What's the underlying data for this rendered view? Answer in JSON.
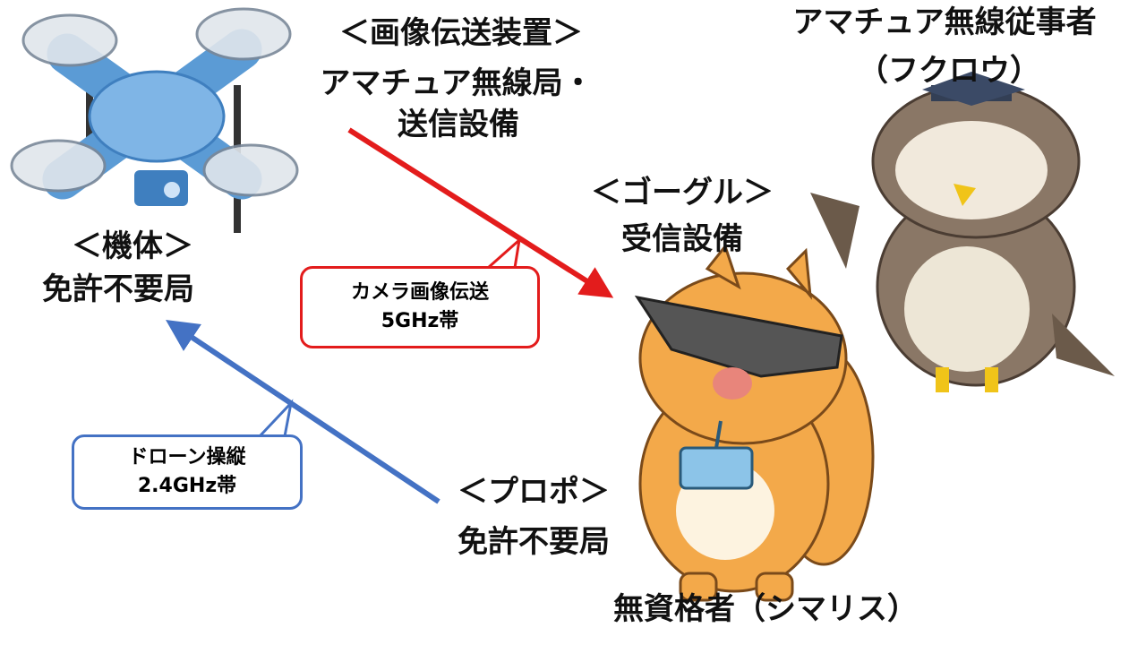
{
  "drone": {
    "title": "＜機体＞",
    "status": "免許不要局"
  },
  "transmitter": {
    "title": "＜画像伝送装置＞",
    "line1": "アマチュア無線局・",
    "line2": "送信設備"
  },
  "goggle": {
    "title": "＜ゴーグル＞",
    "status": "受信設備"
  },
  "operator": {
    "title": "アマチュア無線従事者",
    "character": "（フクロウ）"
  },
  "propo": {
    "title": "＜プロポ＞",
    "status": "免許不要局"
  },
  "user": {
    "label": "無資格者（シマリス）"
  },
  "video_link": {
    "line1": "カメラ画像伝送",
    "line2": "5GHz帯",
    "color": "#e31c1c"
  },
  "control_link": {
    "line1": "ドローン操縦",
    "line2": "2.4GHz帯",
    "color": "#4472c4"
  }
}
